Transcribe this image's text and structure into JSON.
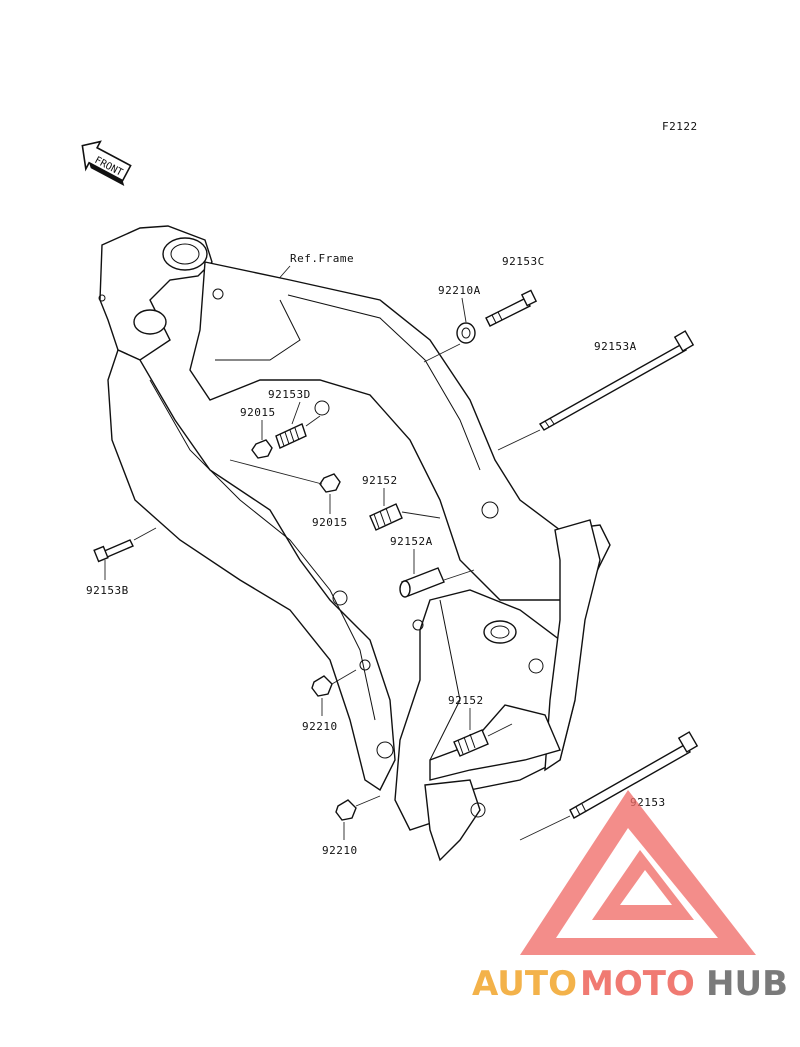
{
  "diagram": {
    "figure_code": "F2122",
    "front_label": "FRONT",
    "ref_label": "Ref.Frame",
    "callouts": [
      {
        "id": "92153C",
        "text": "92153C"
      },
      {
        "id": "92210A",
        "text": "92210A"
      },
      {
        "id": "92153A",
        "text": "92153A"
      },
      {
        "id": "92153D",
        "text": "92153D"
      },
      {
        "id": "92015_top",
        "text": "92015"
      },
      {
        "id": "92015_mid",
        "text": "92015"
      },
      {
        "id": "92152_top",
        "text": "92152"
      },
      {
        "id": "92152A",
        "text": "92152A"
      },
      {
        "id": "92153B",
        "text": "92153B"
      },
      {
        "id": "92210_mid",
        "text": "92210"
      },
      {
        "id": "92152_low",
        "text": "92152"
      },
      {
        "id": "92153",
        "text": "92153"
      },
      {
        "id": "92210_low",
        "text": "92210"
      }
    ]
  },
  "watermark": {
    "part1": "AUTO",
    "part2": "MOTO",
    "part3": "HUB",
    "colors": {
      "auto": "#f3b24a",
      "moto": "#f07a72",
      "hub": "#7a7a7a",
      "triangle": "#f06b66"
    }
  }
}
